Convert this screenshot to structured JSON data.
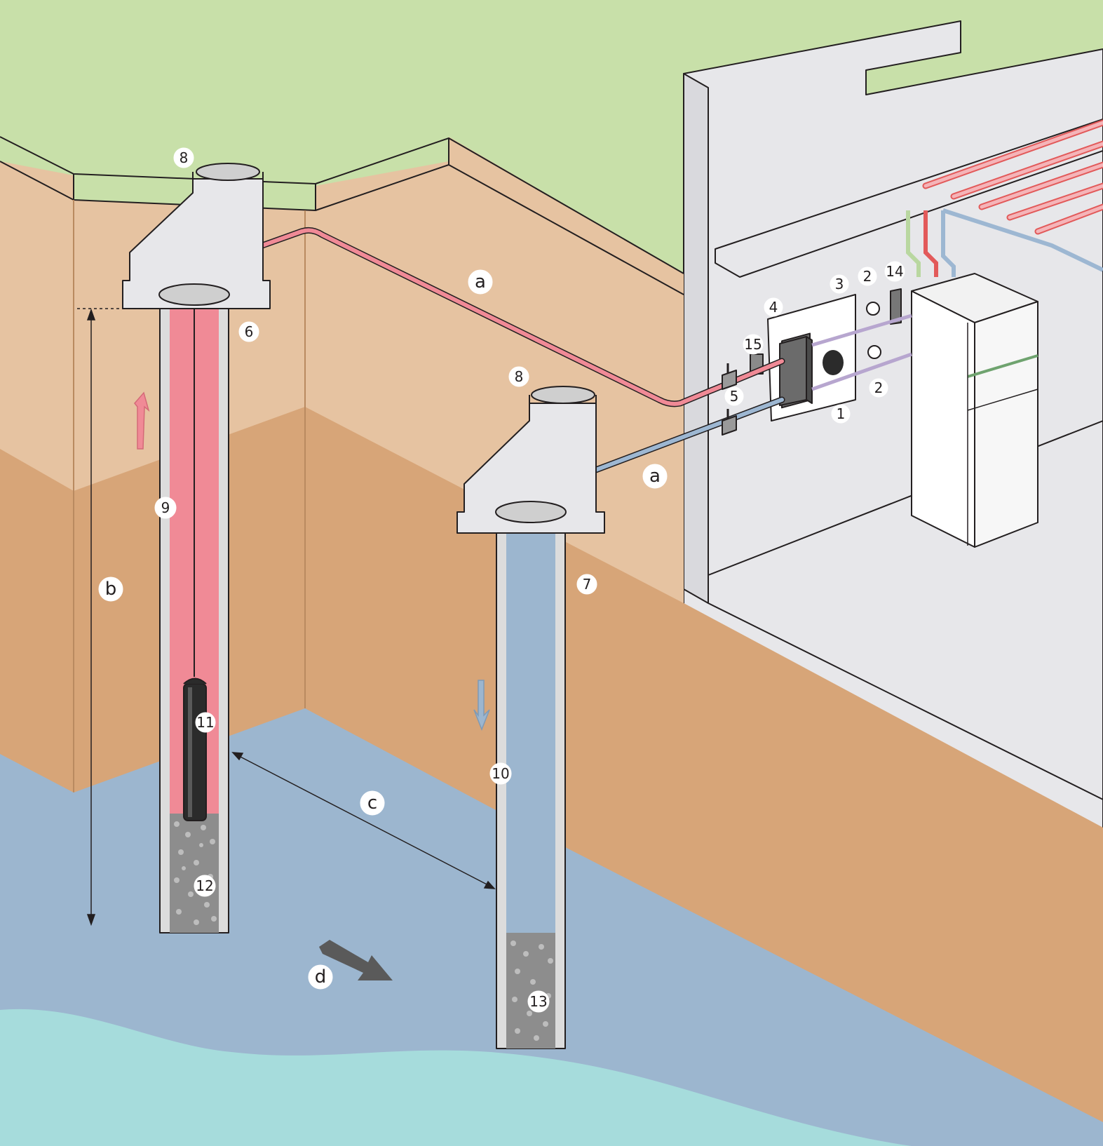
{
  "colors": {
    "grass": "#c8e0a9",
    "soil_upper": "#e6c3a1",
    "soil_lower": "#d7a578",
    "groundwater": "#9cb6cf",
    "deep_water": "#a6dcdc",
    "house_wall": "#e7e7ea",
    "hot_pipe": "#f08a96",
    "cold_pipe": "#9db7d2",
    "gravel": "#8d8d8d",
    "pump": "#2b2b2b"
  },
  "icons": {
    "arrow_up": "arrow-up-icon",
    "arrow_down": "arrow-down-icon",
    "flow_arrow": "flow-direction-arrow-icon"
  },
  "labels": {
    "n1": "1",
    "n2a": "2",
    "n2b": "2",
    "n3": "3",
    "n4": "4",
    "n5": "5",
    "n6": "6",
    "n7": "7",
    "n8a": "8",
    "n8b": "8",
    "n9": "9",
    "n10": "10",
    "n11": "11",
    "n12": "12",
    "n13": "13",
    "n14": "14",
    "n15": "15",
    "a1": "a",
    "a2": "a",
    "b": "b",
    "c": "c",
    "d": "d"
  }
}
